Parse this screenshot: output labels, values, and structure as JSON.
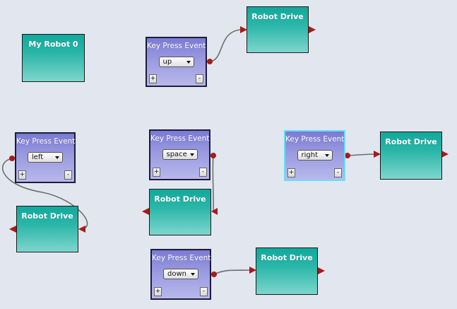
{
  "blocks": {
    "my_robot": {
      "title": "My Robot 0"
    },
    "key_up": {
      "title": "Key Press Event",
      "key": "up",
      "plus": "+",
      "minus": "-"
    },
    "drive_up": {
      "title": "Robot Drive"
    },
    "key_left": {
      "title": "Key Press Event",
      "key": "left",
      "plus": "+",
      "minus": "-"
    },
    "drive_left": {
      "title": "Robot Drive"
    },
    "key_space": {
      "title": "Key Press Event",
      "key": "space",
      "plus": "+",
      "minus": "-"
    },
    "drive_space": {
      "title": "Robot Drive"
    },
    "key_right": {
      "title": "Key Press Event",
      "key": "right",
      "plus": "+",
      "minus": "-"
    },
    "drive_right": {
      "title": "Robot Drive"
    },
    "key_down": {
      "title": "Key Press Event",
      "key": "down",
      "plus": "+",
      "minus": "-"
    },
    "drive_down": {
      "title": "Robot Drive"
    }
  },
  "colors": {
    "canvas": "#e2e6ef",
    "drive_block": "#1aaa9e",
    "key_block": "#9a9ae0",
    "selected_outline": "#66e0f8",
    "connector": "#a81a1a",
    "wire": "#6e6e6e"
  }
}
